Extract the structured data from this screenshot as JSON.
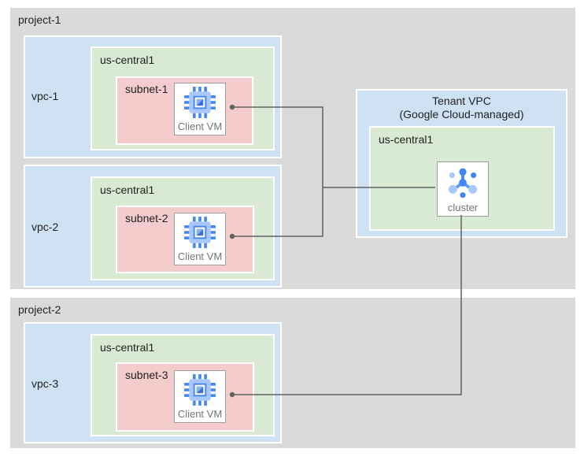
{
  "projects": [
    {
      "label": "project-1",
      "vpcs": [
        {
          "label": "vpc-1",
          "region": {
            "label": "us-central1",
            "subnet": {
              "label": "subnet-1",
              "node": {
                "label": "Client VM",
                "icon": "compute-engine-chip-icon"
              }
            }
          }
        },
        {
          "label": "vpc-2",
          "region": {
            "label": "us-central1",
            "subnet": {
              "label": "subnet-2",
              "node": {
                "label": "Client VM",
                "icon": "compute-engine-chip-icon"
              }
            }
          }
        }
      ]
    },
    {
      "label": "project-2",
      "vpcs": [
        {
          "label": "vpc-3",
          "region": {
            "label": "us-central1",
            "subnet": {
              "label": "subnet-3",
              "node": {
                "label": "Client VM",
                "icon": "compute-engine-chip-icon"
              }
            }
          }
        }
      ]
    }
  ],
  "tenant_vpc": {
    "title_line1": "Tenant VPC",
    "title_line2": "(Google Cloud-managed)",
    "region": {
      "label": "us-central1",
      "node": {
        "label": "cluster",
        "icon": "cluster-hub-icon"
      }
    }
  },
  "connections": [
    {
      "from": "client-vm-subnet-1",
      "to": "cluster"
    },
    {
      "from": "client-vm-subnet-2",
      "to": "cluster"
    },
    {
      "from": "client-vm-subnet-3",
      "to": "cluster"
    }
  ],
  "colors": {
    "project_bg": "#dadada",
    "vpc_bg": "#cfe2f3",
    "region_bg": "#d9ead3",
    "subnet_bg": "#f4cccc",
    "node_bg": "#ffffff",
    "node_border": "#9e9e9e",
    "connector": "#616161",
    "icon_blue": "#4285f4",
    "icon_blue_light": "#a8c7fa",
    "label_text": "#212121",
    "node_label_text": "#757575"
  }
}
